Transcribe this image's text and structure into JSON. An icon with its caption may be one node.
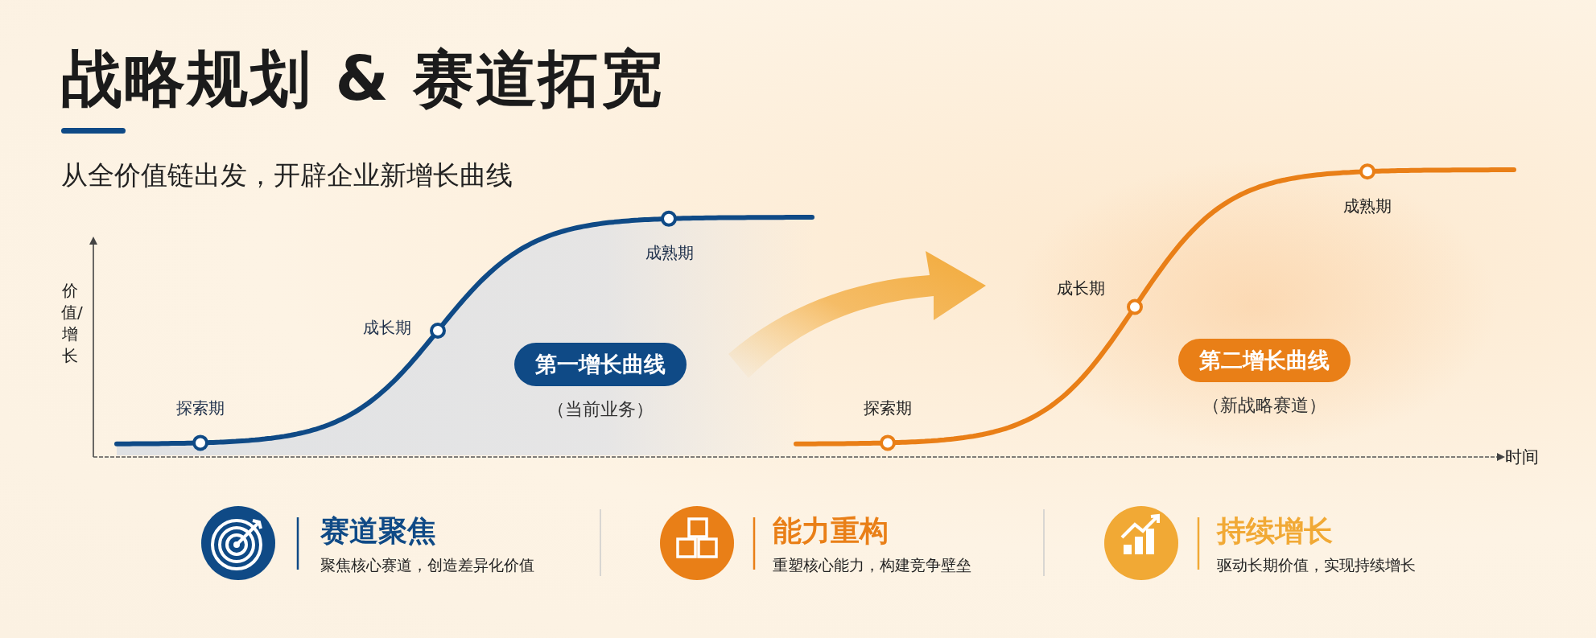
{
  "diagram": {
    "title": "战略规划 & 赛道拓宽",
    "nodes": [
      {
        "text": [
          "第一增长曲线"
        ],
        "beside": [
          "（当前业务）"
        ]
      },
      {
        "text": [
          "第二增长曲线"
        ],
        "beside": [
          "（新战略赛道）"
        ]
      }
    ],
    "labels": [
      "从全价值链出发，开辟企业新增长曲线",
      "价值/增长",
      "探索期",
      "成长期",
      "成熟期",
      "探索期",
      "成长期",
      "成熟期",
      "时间",
      "赛道聚焦",
      "聚焦核心赛道，创造差异化价值",
      "能力重构",
      "重塑核心能力，构建竞争壁垒",
      "持续增长",
      "驱动长期价值，实现持续增长"
    ]
  }
}
